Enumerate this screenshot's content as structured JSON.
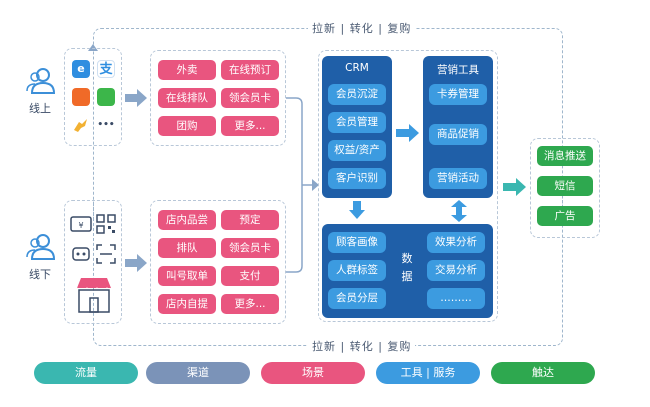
{
  "loop_label_top": "拉新 | 转化 | 复购",
  "loop_label_bottom": "拉新 | 转化 | 复购",
  "online": {
    "label": "线上"
  },
  "offline": {
    "label": "线下"
  },
  "online_scenes": [
    "外卖",
    "在线预订",
    "在线排队",
    "领会员卡",
    "团购",
    "更多..."
  ],
  "offline_scenes": [
    "店内品尝",
    "预定",
    "排队",
    "领会员卡",
    "叫号取单",
    "支付",
    "店内自提",
    "更多..."
  ],
  "crm": {
    "title": "CRM",
    "items": [
      "会员沉淀",
      "会员管理",
      "权益/资产",
      "客户识别"
    ]
  },
  "marketing": {
    "title": "营销工具",
    "items": [
      "卡券管理",
      "商品促销",
      "营销活动"
    ]
  },
  "data_block": {
    "label": "数据",
    "left": [
      "顾客画像",
      "人群标签",
      "会员分层"
    ],
    "right": [
      "效果分析",
      "交易分析",
      "………"
    ]
  },
  "touch": [
    "消息推送",
    "短信",
    "广告"
  ],
  "legend": [
    {
      "label": "流量",
      "color": "#3ab7b0"
    },
    {
      "label": "渠道",
      "color": "#7b93b8"
    },
    {
      "label": "场景",
      "color": "#e9557f"
    },
    {
      "label": "工具 | 服务",
      "color": "#3c9be0"
    },
    {
      "label": "触达",
      "color": "#2ea84f"
    }
  ],
  "online_app_icons": [
    "e",
    "支",
    "",
    "",
    "",
    "•••"
  ],
  "colors": {
    "navy": "#1f5fa8",
    "pink": "#e9557f",
    "blue": "#3c9be0",
    "green": "#2ea84f"
  }
}
